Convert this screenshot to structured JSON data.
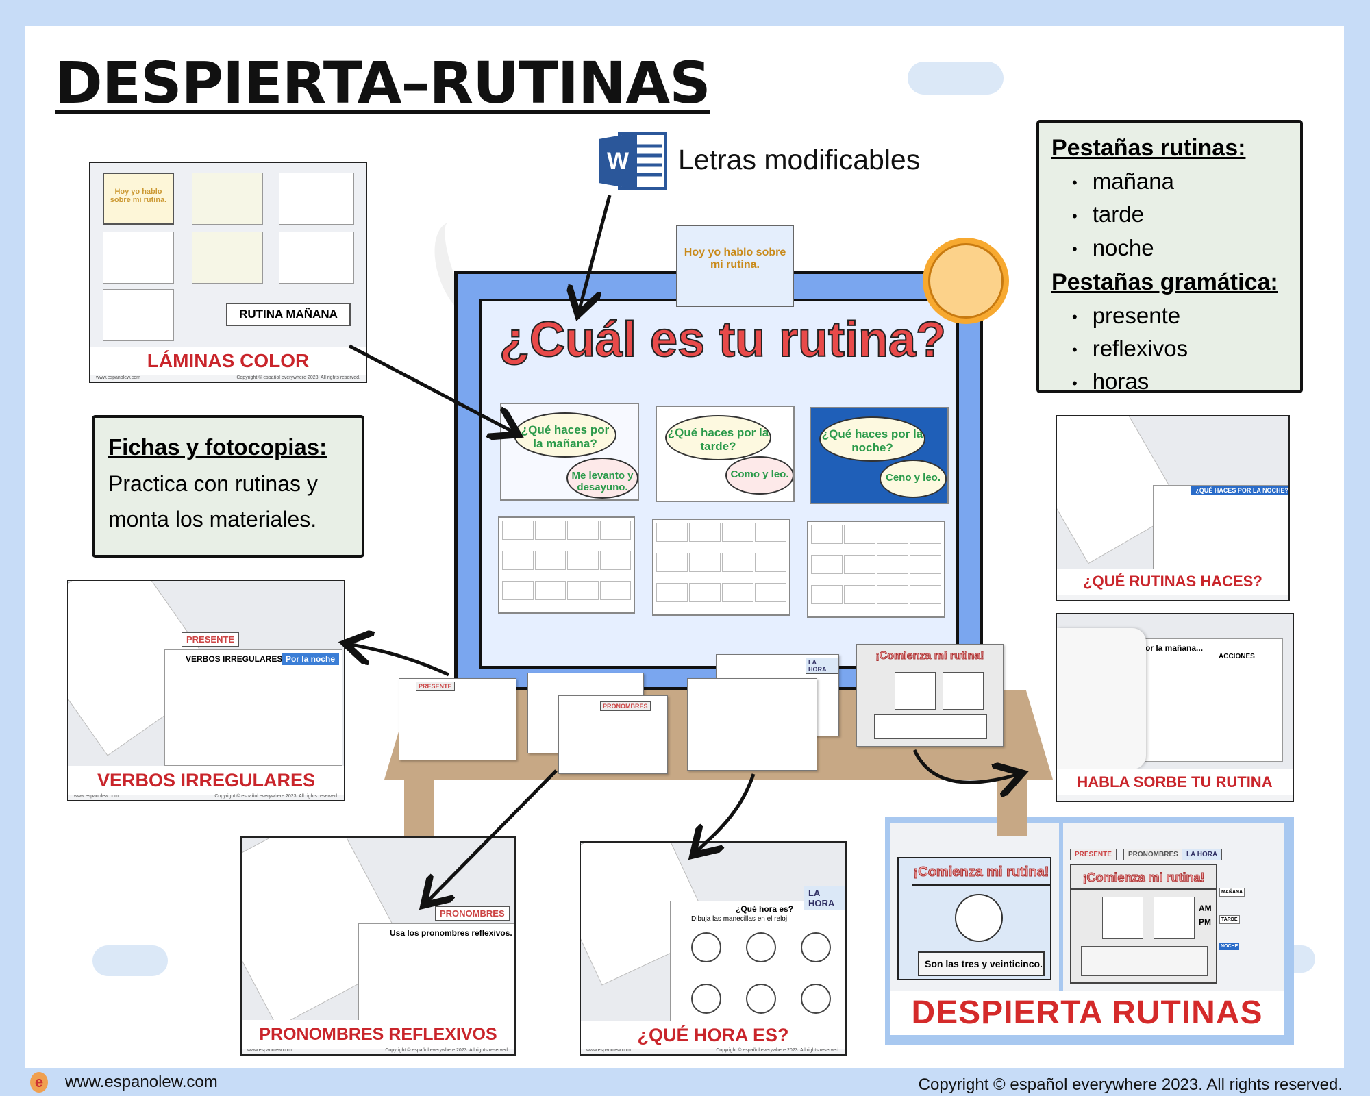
{
  "title": "DESPIERTA–RUTINAS",
  "word_badge": {
    "icon": "word-icon",
    "label": "Letras modificables"
  },
  "tabs_box": {
    "rutinas_heading": "Pestañas rutinas:",
    "rutinas": [
      "mañana",
      "tarde",
      "noche"
    ],
    "gramatica_heading": "Pestañas gramática:",
    "gramatica": [
      "presente",
      "reflexivos",
      "horas"
    ]
  },
  "fichas": {
    "heading": "Fichas y fotocopias:",
    "text": "Practica con rutinas y monta los materiales."
  },
  "cards": {
    "laminas": {
      "caption": "LÁMINAS COLOR",
      "label": "RUTINA MAÑANA",
      "poster": "Hoy yo hablo sobre mi rutina."
    },
    "verbos": {
      "caption": "VERBOS IRREGULARES",
      "tab": "PRESENTE",
      "sheet_title": "VERBOS IRREGULARES",
      "badge": "Por la noche"
    },
    "pronombres": {
      "caption": "PRONOMBRES REFLEXIVOS",
      "tab": "PRONOMBRES",
      "sheet_title": "Usa los pronombres reflexivos."
    },
    "hora": {
      "caption": "¿QUÉ HORA ES?",
      "tab": "LA HORA",
      "sheet_title": "¿Qué hora es?",
      "instruction": "Dibuja las manecillas en el reloj."
    },
    "rutinas": {
      "caption": "¿QUÉ RUTINAS HACES?",
      "badge": "¿QUÉ HACES POR LA NOCHE?"
    },
    "habla": {
      "caption": "HABLA SORBE TU RUTINA",
      "heading": "Por la mañana...",
      "col": "ACCIONES"
    },
    "despierta": {
      "caption": "DESPIERTA RUTINAS",
      "banner": "¡Comienza mi rutina!",
      "sentence": "Son las tres y veinticinco.",
      "tabs": [
        "PRESENTE",
        "PRONOMBRES",
        "LA HORA"
      ],
      "am": "AM",
      "pm": "PM",
      "side": [
        "MAÑANA",
        "TARDE",
        "NOCHE"
      ]
    }
  },
  "card_footer": {
    "url": "www.espanolew.com",
    "copy": "Copyright © español everywhere 2023. All rights reserved."
  },
  "board": {
    "title": "¿Cuál es tu rutina?",
    "poster": "Hoy yo hablo sobre mi rutina.",
    "scenes": [
      {
        "question": "¿Qué haces por la mañana?",
        "answer": "Me levanto y desayuno."
      },
      {
        "question": "¿Qué haces por la tarde?",
        "answer": "Como y leo."
      },
      {
        "question": "¿Qué haces por la noche?",
        "answer": "Ceno y leo."
      }
    ]
  },
  "desk_tabs": {
    "presente": "PRESENTE",
    "pronombres": "PRONOMBRES",
    "hora": "LA HORA",
    "banner": "¡Comienza mi rutina!"
  },
  "footer": {
    "url": "www.espanolew.com",
    "copyright": "Copyright © español everywhere 2023. All rights reserved.",
    "logo": "e"
  },
  "colors": {
    "frame": "#c7dcf7",
    "caption_red": "#c9252b",
    "board_blue": "#7aa6ef",
    "box_bg": "#e8efe6"
  }
}
